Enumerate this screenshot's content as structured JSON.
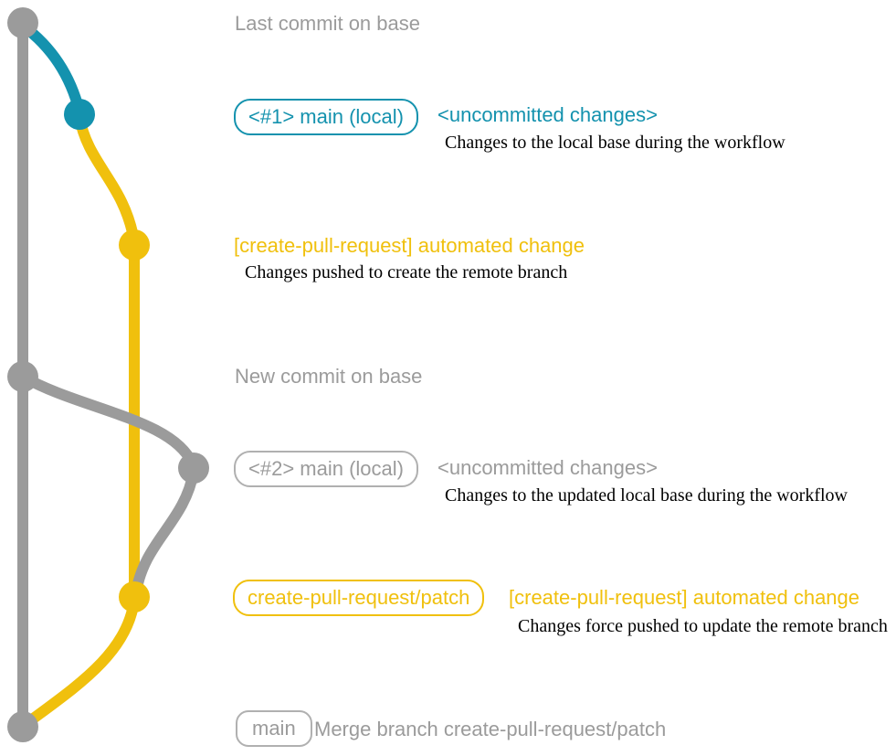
{
  "colors": {
    "base_gray": "#9b9b9b",
    "main_blue": "#1492ae",
    "patch_yellow": "#f0c00d",
    "desc_black": "#000000",
    "pill_gray_border": "#b0b0b0"
  },
  "graph": {
    "type": "git-branch-diagram",
    "branches": [
      {
        "name": "base",
        "color": "#9b9b9b"
      },
      {
        "name": "main (local)",
        "color": "#1492ae"
      },
      {
        "name": "create-pull-request/patch",
        "color": "#f0c00d"
      }
    ],
    "commits": [
      {
        "id": "last-commit-on-base",
        "branch": "base",
        "color": "#9b9b9b"
      },
      {
        "id": "main-local-1",
        "branch": "main (local)",
        "color": "#1492ae"
      },
      {
        "id": "automated-change-1",
        "branch": "create-pull-request/patch",
        "color": "#f0c00d"
      },
      {
        "id": "new-commit-on-base",
        "branch": "base",
        "color": "#9b9b9b"
      },
      {
        "id": "main-local-2",
        "branch": "main (local)",
        "color": "#9b9b9b"
      },
      {
        "id": "automated-change-2",
        "branch": "create-pull-request/patch",
        "color": "#f0c00d"
      },
      {
        "id": "merge-commit",
        "branch": "base",
        "color": "#9b9b9b"
      }
    ]
  },
  "rows": {
    "last_commit": {
      "label": "Last commit on base"
    },
    "main_local_1": {
      "pill": "<#1> main (local)",
      "note": "<uncommitted changes>",
      "desc": "Changes to the local base during the workflow"
    },
    "automated_change_1": {
      "note": "[create-pull-request] automated change",
      "desc": "Changes pushed to create the remote branch"
    },
    "new_commit": {
      "label": "New commit on base"
    },
    "main_local_2": {
      "pill": "<#2> main (local)",
      "note": "<uncommitted changes>",
      "desc": "Changes to the updated local base during the workflow"
    },
    "patch_branch": {
      "pill": "create-pull-request/patch",
      "note": "[create-pull-request] automated change",
      "desc": "Changes force pushed to update the remote branch"
    },
    "merge": {
      "pill": "main",
      "label": "Merge branch create-pull-request/patch"
    }
  }
}
